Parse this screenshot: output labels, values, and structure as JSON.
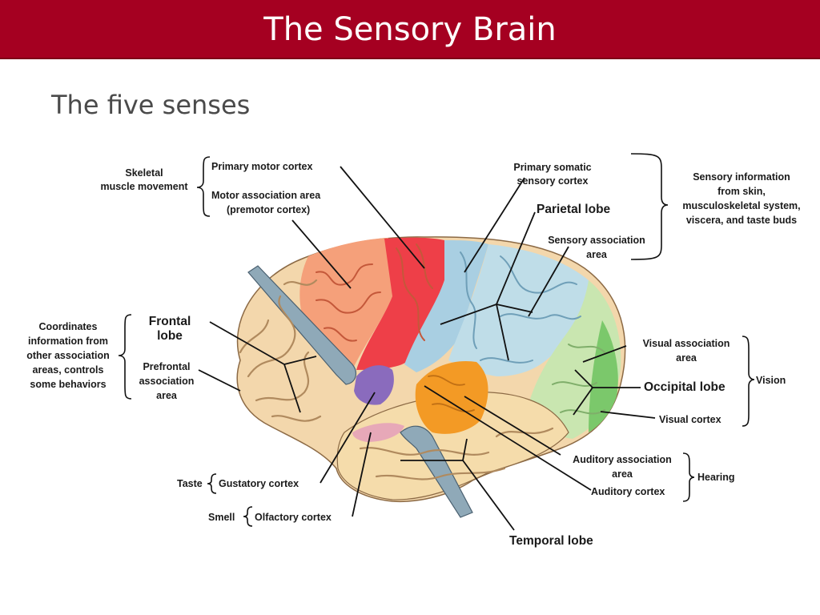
{
  "slide": {
    "title": "The Sensory Brain",
    "subtitle": "The five senses"
  },
  "diagram": {
    "labels": {
      "skeletal_1": "Skeletal",
      "skeletal_2": "muscle movement",
      "primary_motor": "Primary motor cortex",
      "motor_assoc_1": "Motor association area",
      "motor_assoc_2": "(premotor cortex)",
      "coord_1": "Coordinates",
      "coord_2": "information from",
      "coord_3": "other association",
      "coord_4": "areas, controls",
      "coord_5": "some behaviors",
      "frontal_1": "Frontal",
      "frontal_2": "lobe",
      "prefrontal_1": "Prefrontal",
      "prefrontal_2": "association",
      "prefrontal_3": "area",
      "taste": "Taste",
      "gustatory": "Gustatory cortex",
      "smell": "Smell",
      "olfactory": "Olfactory cortex",
      "temporal": "Temporal lobe",
      "primary_somatic_1": "Primary somatic",
      "primary_somatic_2": "sensory cortex",
      "parietal": "Parietal lobe",
      "sensory_assoc_1": "Sensory association",
      "sensory_assoc_2": "area",
      "sensory_info_1": "Sensory information",
      "sensory_info_2": "from skin,",
      "sensory_info_3": "musculoskeletal system,",
      "sensory_info_4": "viscera, and taste buds",
      "visual_assoc_1": "Visual association",
      "visual_assoc_2": "area",
      "occipital": "Occipital lobe",
      "visual_cortex": "Visual cortex",
      "vision": "Vision",
      "auditory_assoc_1": "Auditory association",
      "auditory_assoc_2": "area",
      "auditory_cortex": "Auditory cortex",
      "hearing": "Hearing"
    },
    "colors": {
      "title_bar": "#a50021",
      "frontal": "#f3d7ac",
      "motor_assoc": "#f5a07a",
      "primary_motor": "#ee3f48",
      "somatic": "#a9cfe2",
      "parietal_assoc": "#bfdde8",
      "visual_assoc": "#c9e6b0",
      "visual_cortex": "#7bc86b",
      "auditory": "#f39a25",
      "gustatory": "#8a6bbd",
      "olfactory": "#e7a8b8",
      "temporal": "#f5dcab"
    }
  }
}
